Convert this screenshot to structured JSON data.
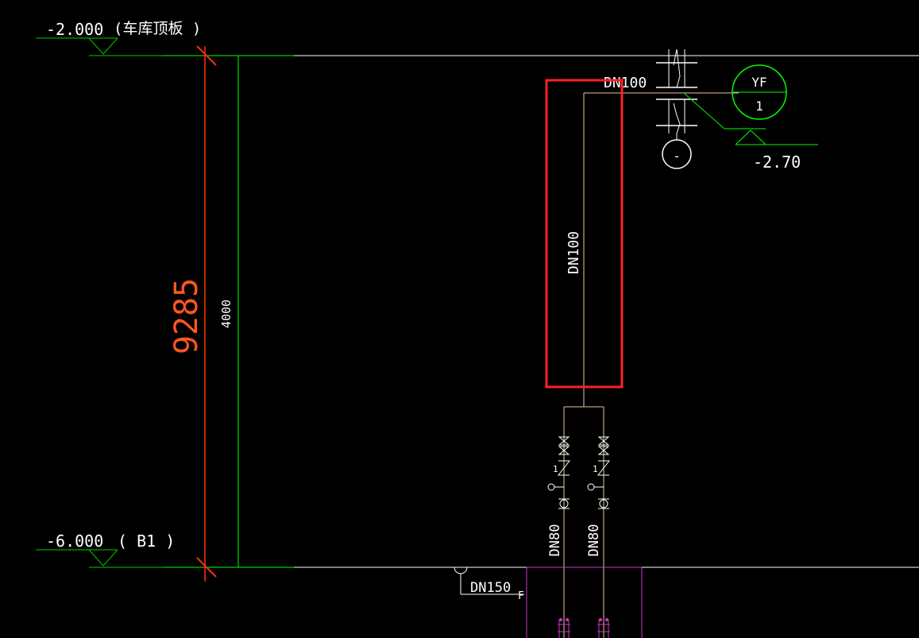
{
  "colors": {
    "background": "#000000",
    "floor_line": "#ffffff",
    "level_mark": "#00cc00",
    "dimension_red": "#ff3300",
    "dimension_green": "#00ff00",
    "pipe": "#e8c8a0",
    "highlight_box": "#ff2222",
    "pit_outline": "#cc33cc",
    "equipment": "#00ff00",
    "text": "#ffffff"
  },
  "levels": {
    "top": {
      "elevation": "-2.000",
      "note": "(车库顶板  )"
    },
    "bottom": {
      "elevation": "-6.000",
      "note": "( B1 )"
    }
  },
  "dimensions": {
    "overall": "9285",
    "storey": "4000"
  },
  "pipes": {
    "riser": "DN100",
    "top_branch": "DN100",
    "branch_left": "DN80",
    "branch_right": "DN80",
    "bottom_main": "DN150"
  },
  "equipment": {
    "fan_code": "YF",
    "fan_number": "1",
    "fan_elevation": "-2.70",
    "index_symbol": "-"
  },
  "markers": {
    "f_tag": "F",
    "branch_tag": "1"
  }
}
